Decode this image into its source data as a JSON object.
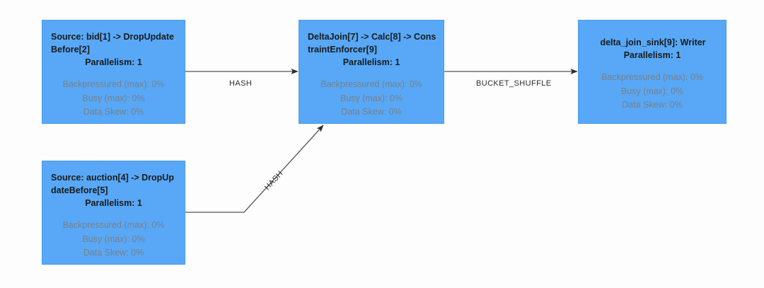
{
  "diagram": {
    "type": "flink-job-graph",
    "background_color": "#fdfdfd",
    "node_fill_color": "#58a8f7",
    "node_border_color": "#4a9bea",
    "edge_color": "#555555",
    "nodes": [
      {
        "id": "source-bid",
        "title": "Source: bid[1] -> DropUpdateBefore[2]",
        "parallelism": "Parallelism: 1",
        "metrics": [
          "Backpressured (max): 0%",
          "Busy (max): 0%",
          "Data Skew: 0%"
        ]
      },
      {
        "id": "delta-join",
        "title": "DeltaJoin[7] -> Calc[8] -> ConstraintEnforcer[9]",
        "parallelism": "Parallelism: 1",
        "metrics": [
          "Backpressured (max): 0%",
          "Busy (max): 0%",
          "Data Skew: 0%"
        ]
      },
      {
        "id": "delta-join-sink",
        "title": "delta_join_sink[9]: Writer",
        "parallelism": "Parallelism: 1",
        "metrics": [
          "Backpressured (max): 0%",
          "Busy (max): 0%",
          "Data Skew: 0%"
        ]
      },
      {
        "id": "source-auction",
        "title": "Source: auction[4] -> DropUpdateBefore[5]",
        "parallelism": "Parallelism: 1",
        "metrics": [
          "Backpressured (max): 0%",
          "Busy (max): 0%",
          "Data Skew: 0%"
        ]
      }
    ],
    "edges": [
      {
        "id": "edge-bid-to-deltajoin",
        "from": "source-bid",
        "to": "delta-join",
        "label": "HASH"
      },
      {
        "id": "edge-deltajoin-to-sink",
        "from": "delta-join",
        "to": "delta-join-sink",
        "label": "BUCKET_SHUFFLE"
      },
      {
        "id": "edge-auction-to-deltajoin",
        "from": "source-auction",
        "to": "delta-join",
        "label": "HASH"
      }
    ]
  }
}
